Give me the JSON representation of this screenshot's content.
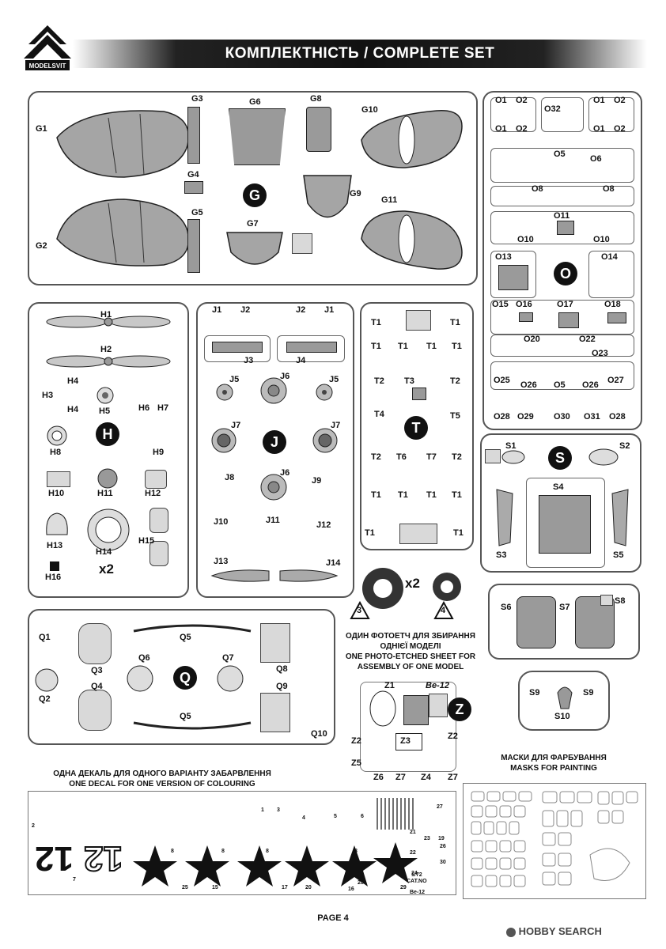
{
  "header": {
    "title": "КОМПЛЕКТНІСТЬ / COMPLETE SET",
    "logo_text": "MODELSVIT"
  },
  "sprue_g": {
    "letter": "G",
    "labels": [
      "G1",
      "G2",
      "G3",
      "G4",
      "G5",
      "G6",
      "G7",
      "G8",
      "G9",
      "G10",
      "G11"
    ]
  },
  "sprue_o": {
    "letter": "O",
    "labels": [
      "O1",
      "O2",
      "O32",
      "O1",
      "O2",
      "O1",
      "O2",
      "O1",
      "O2",
      "O5",
      "O6",
      "O8",
      "O8",
      "O11",
      "O10",
      "O10",
      "O13",
      "O14",
      "O15",
      "O16",
      "O17",
      "O18",
      "O20",
      "O22",
      "O23",
      "O25",
      "O26",
      "O5",
      "O26",
      "O27",
      "O28",
      "O29",
      "O30",
      "O31",
      "O28"
    ]
  },
  "sprue_h": {
    "letter": "H",
    "labels": [
      "H1",
      "H2",
      "H3",
      "H4",
      "H4",
      "H5",
      "H6",
      "H7",
      "H8",
      "H9",
      "H10",
      "H11",
      "H12",
      "H13",
      "H14",
      "H15",
      "H16"
    ],
    "multiplier": "x2"
  },
  "sprue_j": {
    "letter": "J",
    "labels": [
      "J1",
      "J2",
      "J2",
      "J1",
      "J3",
      "J4",
      "J5",
      "J6",
      "J5",
      "J7",
      "J7",
      "J8",
      "J6",
      "J9",
      "J10",
      "J11",
      "J12",
      "J13",
      "J14"
    ]
  },
  "sprue_t": {
    "letter": "T",
    "labels": [
      "T1",
      "T1",
      "T1",
      "T1",
      "T1",
      "T1",
      "T2",
      "T3",
      "T2",
      "T4",
      "T5",
      "T2",
      "T6",
      "T7",
      "T2",
      "T1",
      "T1",
      "T1",
      "T1",
      "T1",
      "T1"
    ]
  },
  "sprue_s": {
    "letter": "S",
    "labels": [
      "S1",
      "S2",
      "S3",
      "S4",
      "S5",
      "S6",
      "S7",
      "S8",
      "S9",
      "S9",
      "S10"
    ]
  },
  "sprue_q": {
    "letter": "Q",
    "labels": [
      "Q1",
      "Q2",
      "Q3",
      "Q4",
      "Q5",
      "Q5",
      "Q6",
      "Q7",
      "Q8",
      "Q9",
      "Q10"
    ]
  },
  "tires": {
    "multiplier": "x2",
    "marker_3": "3",
    "marker_4": "4"
  },
  "photo_etch": {
    "note_ua_1": "ОДИН ФОТОЕТЧ ДЛЯ ЗБИРАННЯ",
    "note_ua_2": "ОДНІЄЇ МОДЕЛІ",
    "note_en_1": "ONE PHOTO-ETCHED SHEET FOR",
    "note_en_2": "ASSEMBLY OF ONE MODEL",
    "letter": "Z",
    "title": "Be-12",
    "labels": [
      "Z1",
      "Z2",
      "Z2",
      "Z3",
      "Z5",
      "Z6",
      "Z7",
      "Z4",
      "Z7"
    ]
  },
  "decal": {
    "note_ua": "ОДНА ДЕКАЛЬ ДЛЯ ОДНОГО ВАРІАНТУ ЗАБАРВЛЕННЯ",
    "note_en": "ONE DECAL FOR ONE VERSION OF COLOURING",
    "numeral_1": "12",
    "numeral_2": "12",
    "numbers": [
      "1",
      "2",
      "3",
      "4",
      "5",
      "6",
      "7",
      "8",
      "8",
      "8",
      "8",
      "15",
      "16",
      "17",
      "19",
      "20",
      "21",
      "22",
      "23",
      "24",
      "25",
      "26",
      "27",
      "28",
      "29",
      "30"
    ],
    "scale": "1/72",
    "cat_no": "CAT.NO",
    "model": "Be-12"
  },
  "masks": {
    "note_ua": "МАСКИ ДЛЯ ФАРБУВАННЯ",
    "note_en": "MASKS FOR PAINTING"
  },
  "footer": {
    "page": "PAGE 4",
    "watermark": "HOBBY SEARCH"
  }
}
